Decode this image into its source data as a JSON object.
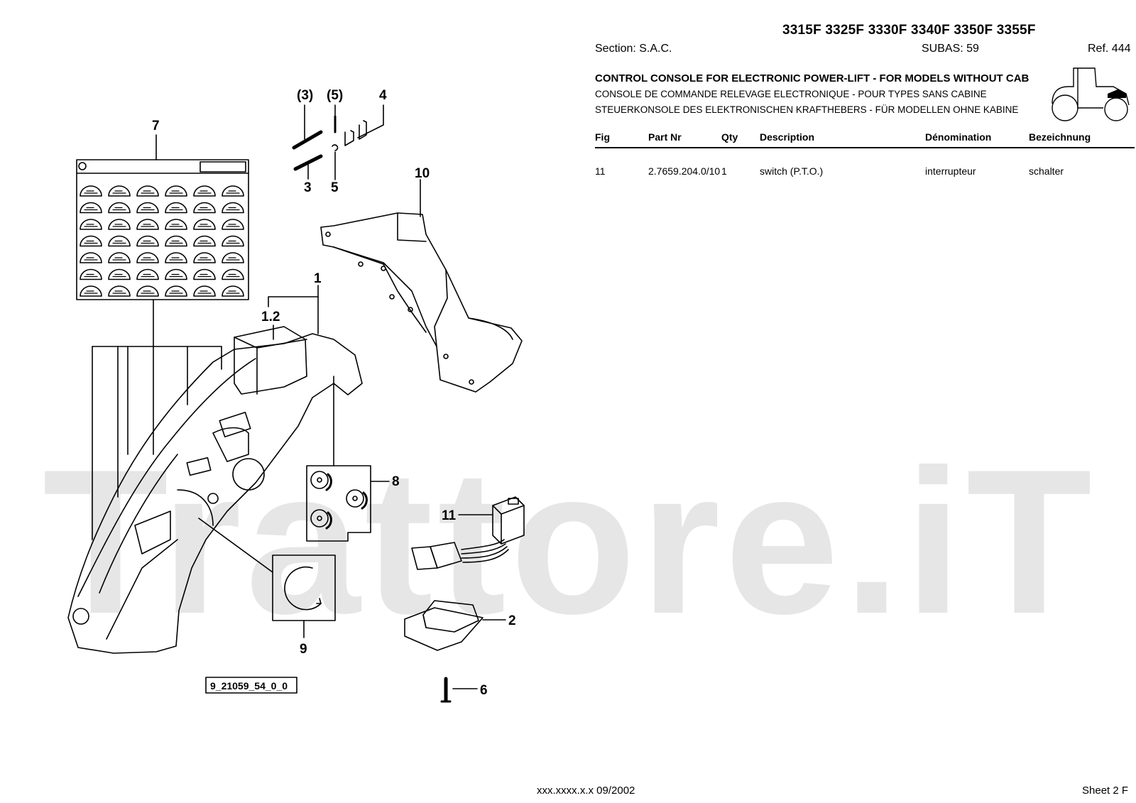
{
  "header": {
    "models": "3315F 3325F 3330F 3340F 3350F 3355F",
    "section": "Section: S.A.C.",
    "subas": "SUBAS: 59",
    "ref": "Ref. 444",
    "title_en": "CONTROL CONSOLE FOR ELECTRONIC POWER-LIFT - FOR MODELS WITHOUT CAB",
    "title_fr": "CONSOLE DE COMMANDE RELEVAGE ELECTRONIQUE - POUR TYPES SANS CABINE",
    "title_de": "STEUERKONSOLE DES ELEKTRONISCHEN KRAFTHEBERS - FÜR MODELLEN OHNE KABINE",
    "icon": "tractor-icon"
  },
  "table": {
    "columns": [
      "Fig",
      "Part Nr",
      "Qty",
      "Description",
      "Dénomination",
      "Bezeichnung"
    ],
    "rows": [
      {
        "fig": "11",
        "part_nr": "2.7659.204.0/10",
        "qty": "1",
        "description": "switch (P.T.O.)",
        "denomination": "interrupteur",
        "bezeichnung": "schalter"
      }
    ]
  },
  "drawing": {
    "callouts": {
      "c1": "1",
      "c1_2": "1.2",
      "c2": "2",
      "c3": "3",
      "c3p": "(3)",
      "c4": "4",
      "c5": "5",
      "c5p": "(5)",
      "c6": "6",
      "c7": "7",
      "c8": "8",
      "c9": "9",
      "c10": "10",
      "c11": "11"
    },
    "drawing_id": "9_21059_54_0_0"
  },
  "watermark": "Trattore.iT",
  "footer": {
    "code": "xxx.xxxx.x.x  09/2002",
    "sheet": "Sheet 2 F"
  }
}
